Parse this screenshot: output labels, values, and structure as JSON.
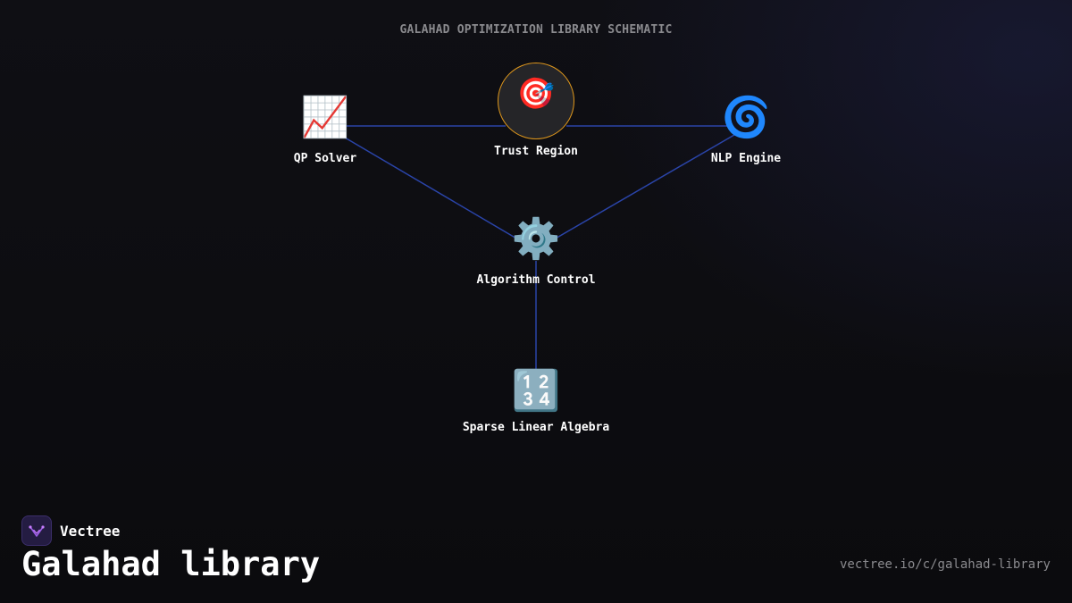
{
  "diagram": {
    "title": "GALAHAD OPTIMIZATION LIBRARY SCHEMATIC",
    "edge_color": "#2a44a8",
    "highlight_color": "#e0981c",
    "nodes": {
      "qp_solver": {
        "icon": "📈",
        "icon_name": "chart-increasing-icon",
        "label": "QP Solver"
      },
      "trust_region": {
        "icon": "🎯",
        "icon_name": "target-icon",
        "label": "Trust Region"
      },
      "nlp_engine": {
        "icon": "🌀",
        "icon_name": "cyclone-icon",
        "label": "NLP Engine"
      },
      "algorithm_control": {
        "icon": "⚙️",
        "icon_name": "gear-icon",
        "label": "Algorithm Control"
      },
      "sparse_linear_algebra": {
        "icon": "🔢",
        "icon_name": "numbers-icon",
        "label": "Sparse Linear Algebra"
      }
    },
    "edges": [
      [
        "qp_solver",
        "trust_region"
      ],
      [
        "trust_region",
        "nlp_engine"
      ],
      [
        "qp_solver",
        "algorithm_control"
      ],
      [
        "nlp_engine",
        "algorithm_control"
      ],
      [
        "algorithm_control",
        "sparse_linear_algebra"
      ]
    ]
  },
  "footer": {
    "brand": "Vectree",
    "title": "Galahad library",
    "url": "vectree.io/c/galahad-library"
  }
}
